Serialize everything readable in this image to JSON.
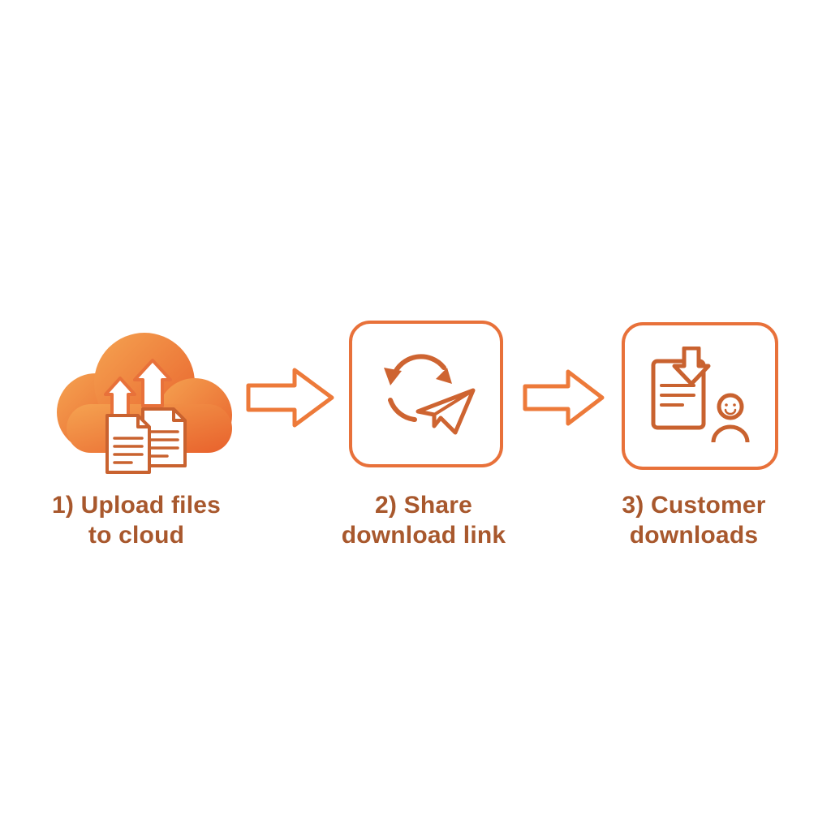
{
  "diagram": {
    "title": "File sharing flow",
    "background": "#ffffff"
  },
  "colors": {
    "accent_orange": "#ED7A3A",
    "deep_orange": "#E2612C",
    "cloud_gradient_start": "#F5A351",
    "cloud_gradient_end": "#E8612C",
    "icon_stroke": "#C9622F",
    "label_text": "#A8582D"
  },
  "steps": [
    {
      "label_line1": "1) Upload files",
      "label_line2": "to cloud",
      "icon": "cloud-upload-icon"
    },
    {
      "label_line1": "2) Share",
      "label_line2": "download link",
      "icon": "share-link-icon"
    },
    {
      "label_line1": "3) Customer",
      "label_line2": "downloads",
      "icon": "customer-download-icon"
    }
  ],
  "connectors": [
    {
      "icon": "right-arrow-icon"
    },
    {
      "icon": "right-arrow-icon"
    }
  ]
}
